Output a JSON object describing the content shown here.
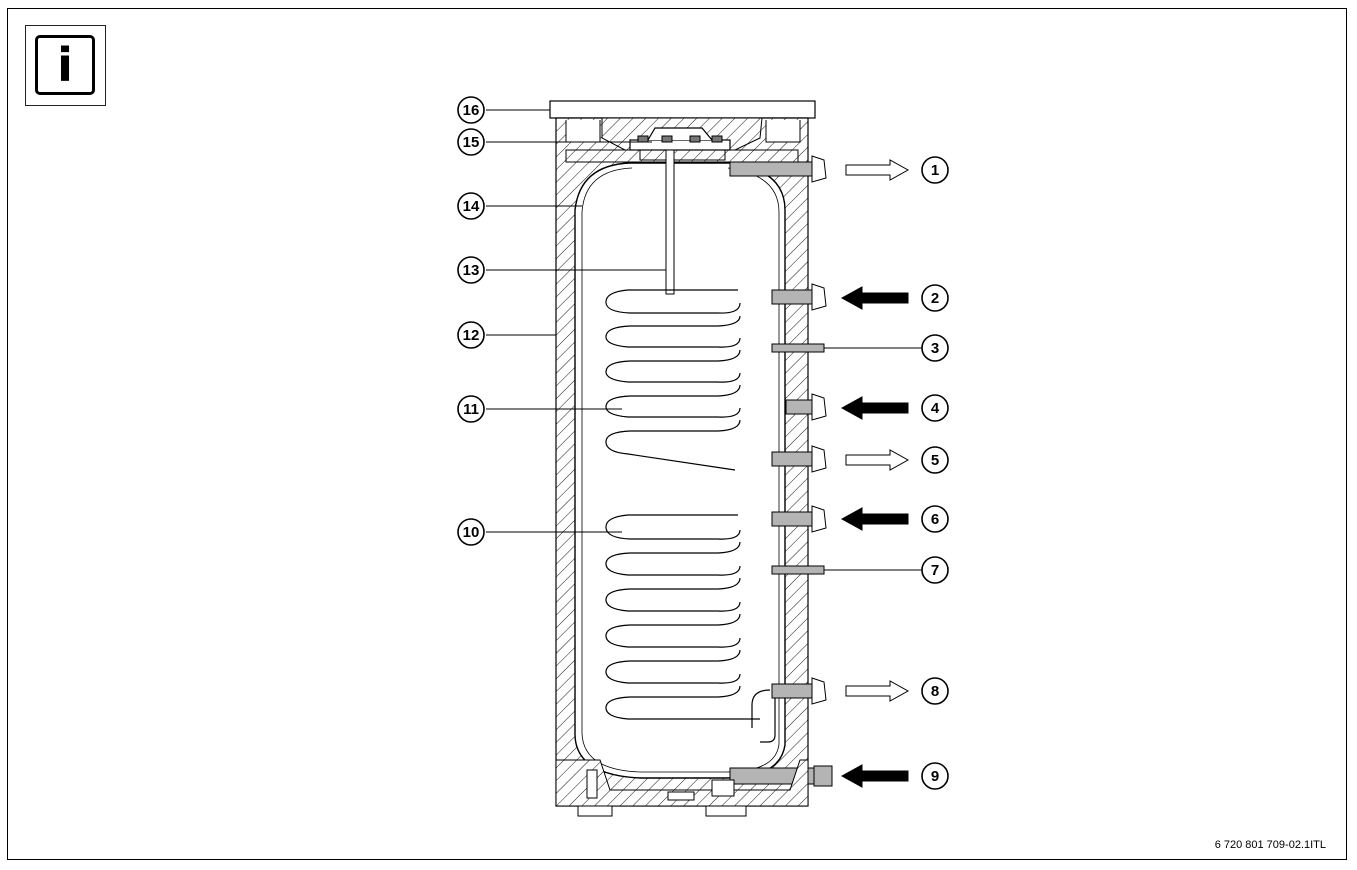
{
  "info_icon": {
    "glyph": "i",
    "icon": "info-icon"
  },
  "callouts_left": [
    {
      "number": "16"
    },
    {
      "number": "15"
    },
    {
      "number": "14"
    },
    {
      "number": "13"
    },
    {
      "number": "12"
    },
    {
      "number": "11"
    },
    {
      "number": "10"
    }
  ],
  "callouts_right": [
    {
      "number": "1",
      "arrow": "outline"
    },
    {
      "number": "2",
      "arrow": "solid"
    },
    {
      "number": "3",
      "arrow": "none"
    },
    {
      "number": "4",
      "arrow": "solid"
    },
    {
      "number": "5",
      "arrow": "outline"
    },
    {
      "number": "6",
      "arrow": "solid"
    },
    {
      "number": "7",
      "arrow": "none"
    },
    {
      "number": "8",
      "arrow": "outline"
    },
    {
      "number": "9",
      "arrow": "solid"
    }
  ],
  "figure_code": "6 720 801 709-02.1ITL",
  "colors": {
    "line": "#000000",
    "pipe": "#b4b4b4",
    "background": "#ffffff"
  }
}
